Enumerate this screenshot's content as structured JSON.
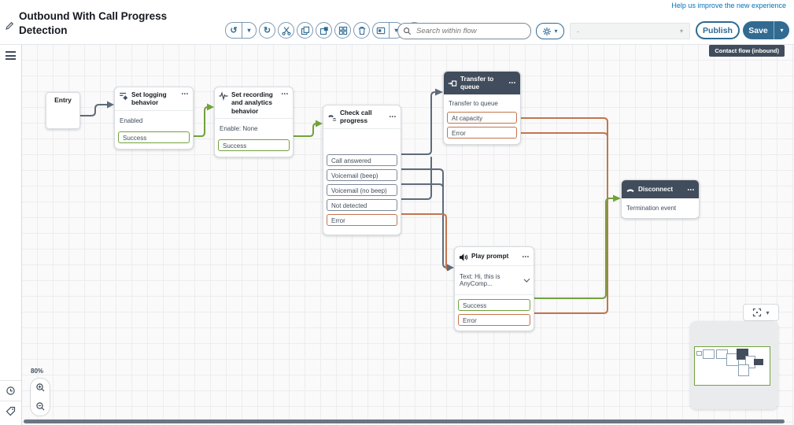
{
  "ui": {
    "dots": "•••",
    "caret": "▾",
    "undo": "↺",
    "redo": "↻",
    "dash": "-"
  },
  "header": {
    "title": "Outbound With Call Progress Detection",
    "help_link": "Help us improve the new experience",
    "search_placeholder": "Search within flow",
    "publish_label": "Publish",
    "save_label": "Save",
    "readonly_value": "-"
  },
  "canvas": {
    "badge": "Contact flow (inbound)",
    "entry_label": "Entry",
    "zoom_level": "80%",
    "nodes": [
      {
        "title": "Set logging behavior",
        "param": "Enabled",
        "outputs": [
          {
            "label": "Success",
            "type": "success"
          }
        ]
      },
      {
        "title": "Set recording and analytics behavior",
        "param": "Enable: None",
        "outputs": [
          {
            "label": "Success",
            "type": "success"
          }
        ]
      },
      {
        "title": "Check call progress",
        "param": "",
        "outputs": [
          {
            "label": "Call answered",
            "type": "normal"
          },
          {
            "label": "Voicemail (beep)",
            "type": "normal"
          },
          {
            "label": "Voicemail (no beep)",
            "type": "normal"
          },
          {
            "label": "Not detected",
            "type": "normal"
          },
          {
            "label": "Error",
            "type": "error"
          }
        ]
      },
      {
        "title": "Transfer to queue",
        "param": "Transfer to queue",
        "outputs": [
          {
            "label": "At capacity",
            "type": "error"
          },
          {
            "label": "Error",
            "type": "error"
          }
        ]
      },
      {
        "title": "Play prompt",
        "param": "Text: Hi, this is AnyComp...",
        "outputs": [
          {
            "label": "Success",
            "type": "success"
          },
          {
            "label": "Error",
            "type": "error"
          }
        ]
      },
      {
        "title": "Disconnect",
        "param": "Termination event",
        "outputs": []
      }
    ],
    "colors": {
      "success": "#71a23c",
      "error": "#c4744e",
      "wire": "#5f6b7a",
      "dark_header": "#414d5c",
      "accent_blue": "#2e6b94"
    }
  }
}
